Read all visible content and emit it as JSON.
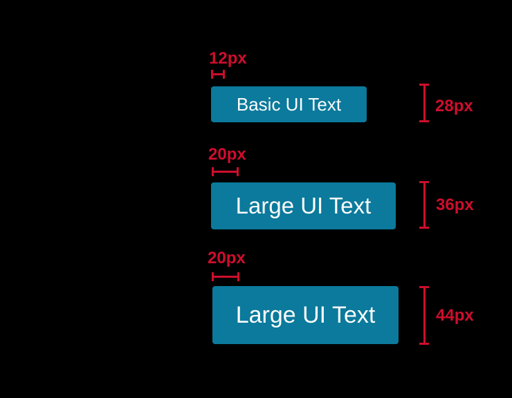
{
  "colors": {
    "background": "#000000",
    "button_fill": "#0b7a9c",
    "button_text": "#fcfcfc",
    "annotation": "#ce0e2d"
  },
  "buttons": [
    {
      "label": "Basic UI Text",
      "padding_label": "12px",
      "height_label": "28px"
    },
    {
      "label": "Large UI Text",
      "padding_label": "20px",
      "height_label": "36px"
    },
    {
      "label": "Large UI Text",
      "padding_label": "20px",
      "height_label": "44px"
    }
  ]
}
